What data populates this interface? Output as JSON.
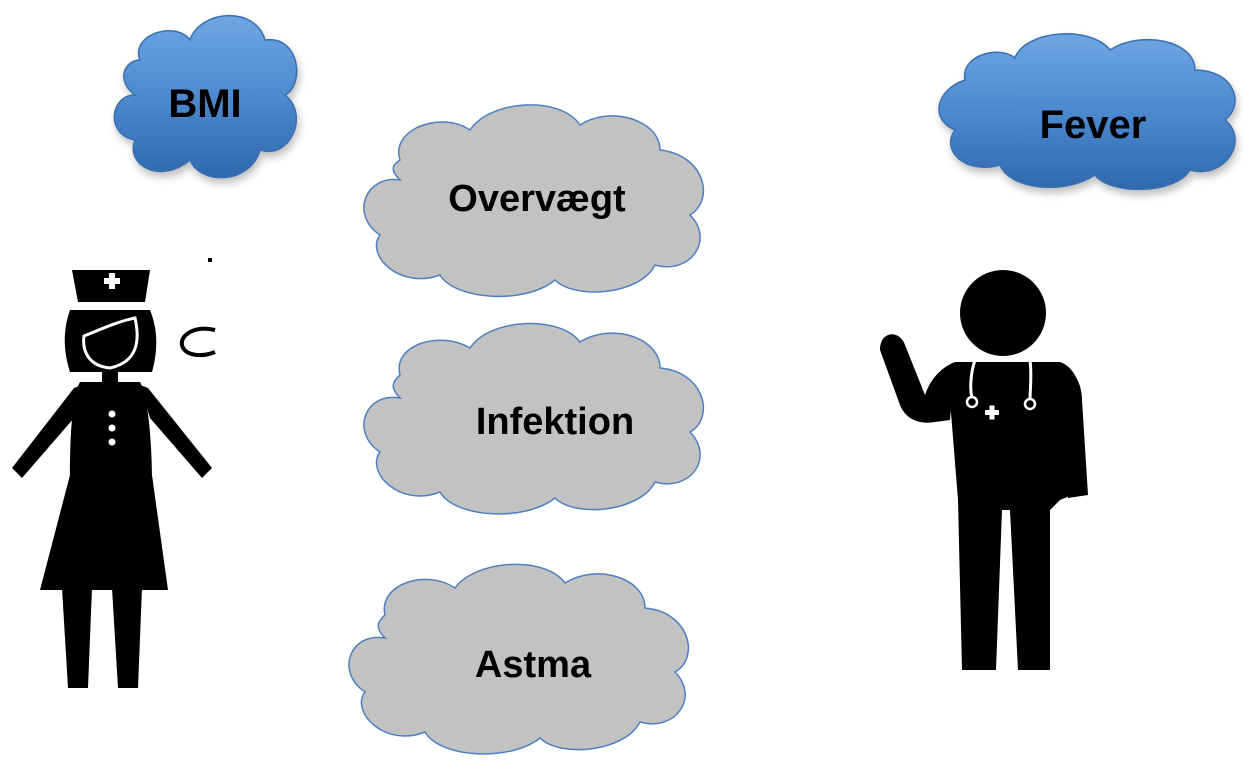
{
  "clouds": {
    "bmi": {
      "label": "BMI"
    },
    "fever": {
      "label": "Fever"
    },
    "overvaegt": {
      "label": "Overvægt"
    },
    "infektion": {
      "label": "Infektion"
    },
    "astma": {
      "label": "Astma"
    }
  },
  "colors": {
    "blue_cloud_fill": "#4a86cc",
    "blue_cloud_fill_light": "#6aa3e0",
    "blue_cloud_stroke": "#3a6fae",
    "gray_cloud_fill": "#c2c2c2",
    "gray_cloud_stroke": "#4f7fc0",
    "figure": "#000000",
    "background": "#ffffff"
  },
  "icons": {
    "nurse": "nurse-icon",
    "doctor": "doctor-icon"
  }
}
